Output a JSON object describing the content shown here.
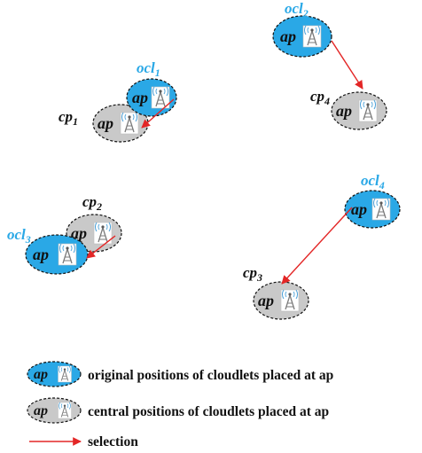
{
  "colors": {
    "original": "#2aa8e6",
    "central": "#c9c9c9",
    "selection": "#e32626",
    "label_original": "#2aa8e6",
    "label_central": "#111111"
  },
  "icons": {
    "ap_tower": "antenna-tower-icon",
    "selection_arrow": "red-arrow-icon"
  },
  "node_text": "ap",
  "labels": {
    "ocl1": {
      "base": "ocl",
      "sub": "1"
    },
    "ocl2": {
      "base": "ocl",
      "sub": "2"
    },
    "ocl3": {
      "base": "ocl",
      "sub": "3"
    },
    "ocl4": {
      "base": "ocl",
      "sub": "4"
    },
    "cp1": {
      "base": "cp",
      "sub": "1"
    },
    "cp2": {
      "base": "cp",
      "sub": "2"
    },
    "cp3": {
      "base": "cp",
      "sub": "3"
    },
    "cp4": {
      "base": "cp",
      "sub": "4"
    }
  },
  "legend": {
    "original": "original positions of cloudlets placed at ap",
    "central": "central positions of cloudlets placed at ap",
    "selection": "selection"
  }
}
